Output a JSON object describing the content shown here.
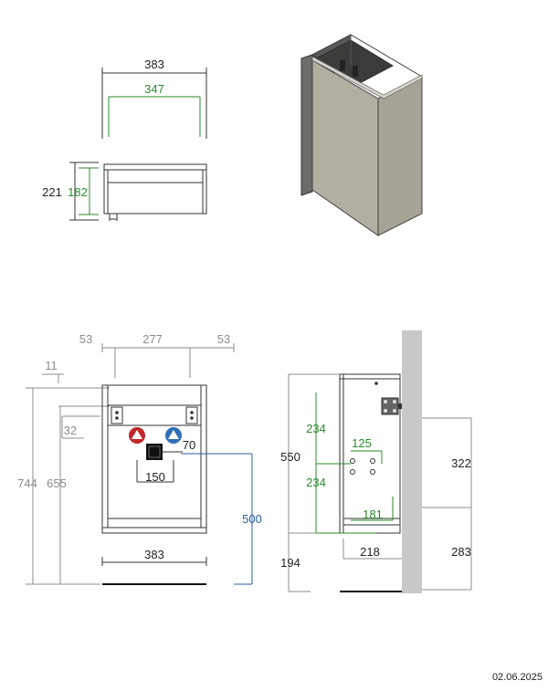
{
  "top_view": {
    "outer_width": "383",
    "inner_width": "347"
  },
  "side_top": {
    "total_height": "221",
    "inner_height": "182"
  },
  "front": {
    "top_left": "53",
    "top_mid": "277",
    "top_right": "53",
    "small_left": "11",
    "small_offset": "32",
    "total_height": "744",
    "mid_height": "655",
    "drain_offset": "70",
    "valve_spacing": "150",
    "bottom_width": "383",
    "drain_height": "500"
  },
  "side": {
    "upper_left": "234",
    "lower_left": "234",
    "cabinet_height": "550",
    "floor_gap": "194",
    "bracket_width": "125",
    "inner_depth": "181",
    "outer_depth": "218",
    "wall_upper": "322",
    "wall_lower": "283"
  },
  "colors": {
    "hot": "#c0272d",
    "cold": "#2f6fb8",
    "green_dim": "#2a8a2a",
    "blue_dim": "#2d5fa0",
    "wall": "#c8c8c8",
    "cabinet_face": "#b3aea2"
  },
  "footer": {
    "date": "02.06.2025"
  }
}
